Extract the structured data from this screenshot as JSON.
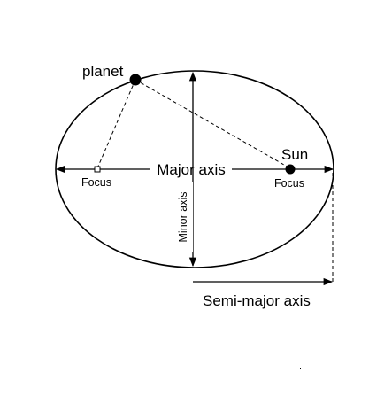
{
  "diagram": {
    "labels": {
      "planet": "planet",
      "sun": "Sun",
      "major_axis": "Major axis",
      "minor_axis": "Minor axis",
      "focus_left": "Focus",
      "focus_right": "Focus",
      "semi_major_axis": "Semi-major axis"
    }
  }
}
